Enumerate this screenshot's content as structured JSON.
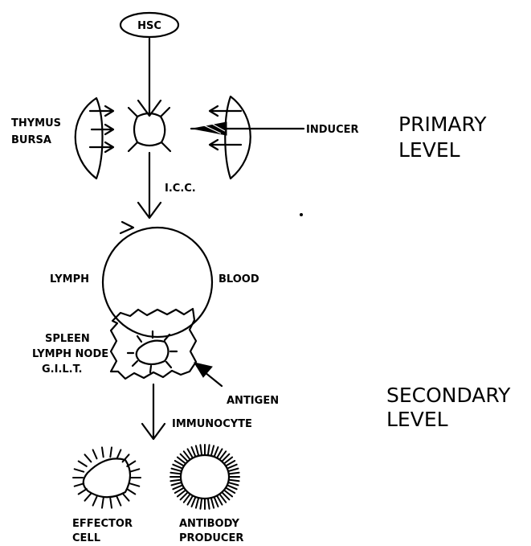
{
  "diagram": {
    "nodes": {
      "hsc": "HSC",
      "thymus": "THYMUS",
      "bursa": "BURSA",
      "inducer": "INDUCER",
      "icc": "I.C.C.",
      "lymph": "LYMPH",
      "blood": "BLOOD",
      "spleen": "SPLEEN",
      "lymph_node": "LYMPH NODE",
      "gilt": "G.I.L.T.",
      "antigen": "ANTIGEN",
      "immunocyte": "IMMUNOCYTE",
      "effector_line1": "EFFECTOR",
      "effector_line2": "CELL",
      "antibody_line1": "ANTIBODY",
      "antibody_line2": "PRODUCER"
    },
    "levels": {
      "primary_line1": "PRIMARY",
      "primary_line2": "LEVEL",
      "secondary_line1": "SECONDARY",
      "secondary_line2": "LEVEL"
    }
  }
}
